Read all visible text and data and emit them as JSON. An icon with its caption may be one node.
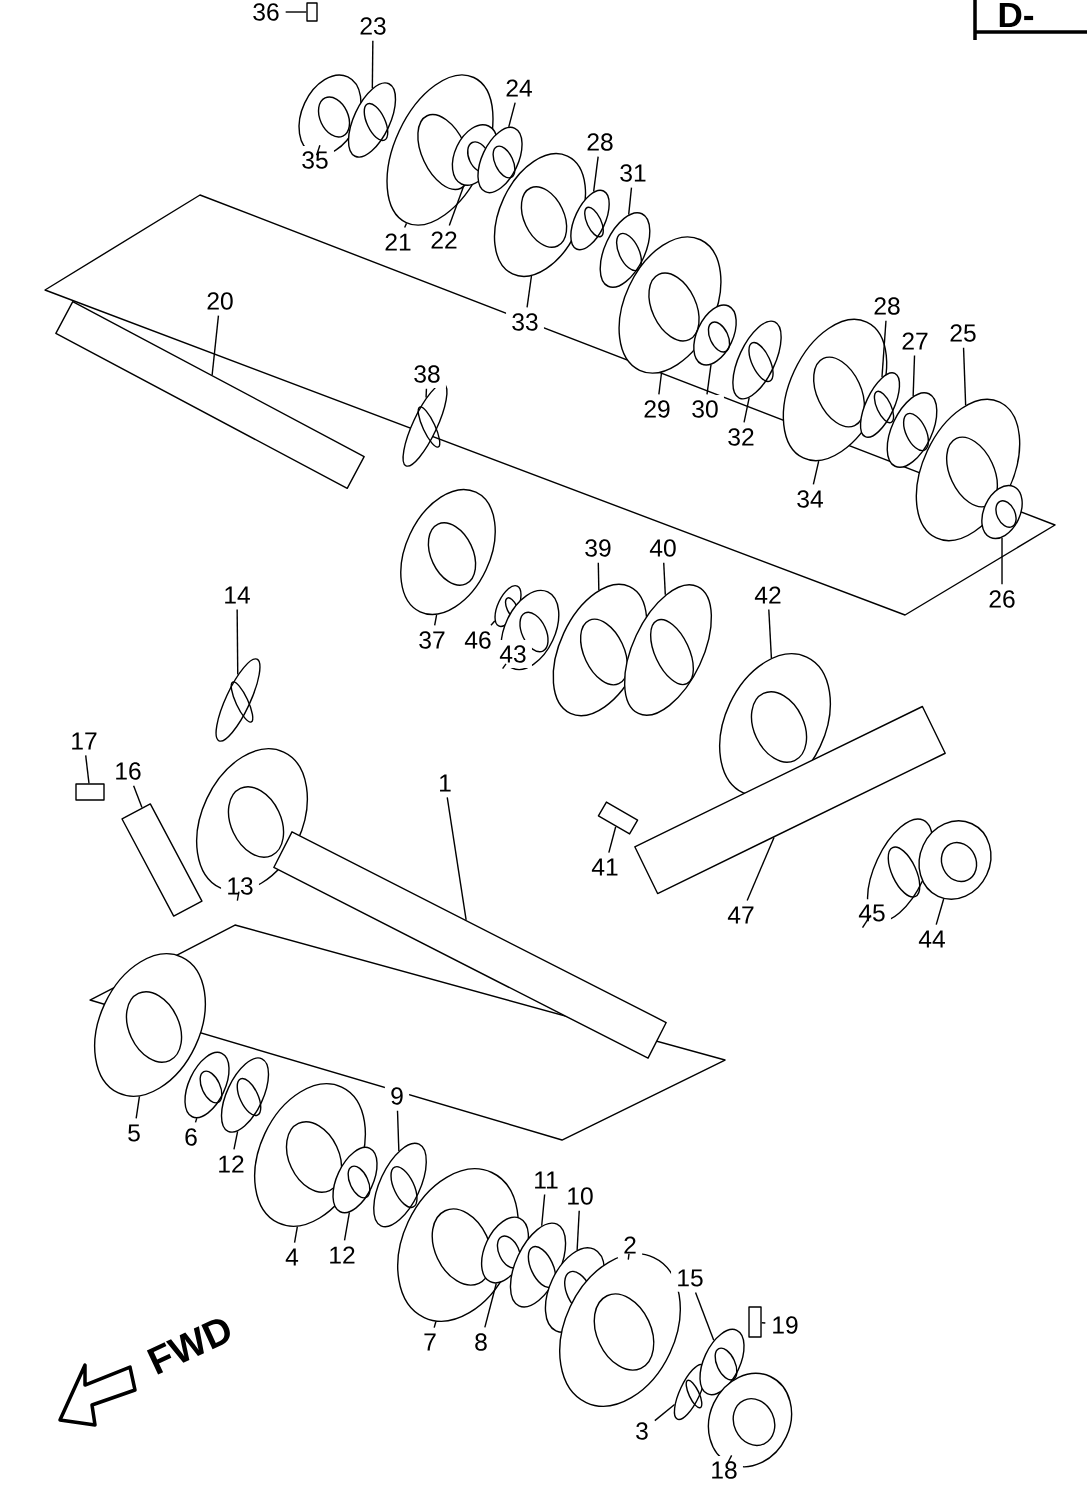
{
  "diagram": {
    "nodes": [
      {
        "text": [
          "36"
        ]
      },
      {
        "text": [
          "23"
        ]
      },
      {
        "text": [
          "35"
        ]
      },
      {
        "text": [
          "24"
        ]
      },
      {
        "text": [
          "21"
        ]
      },
      {
        "text": [
          "22"
        ]
      },
      {
        "text": [
          "28"
        ]
      },
      {
        "text": [
          "31"
        ]
      },
      {
        "text": [
          "33"
        ]
      },
      {
        "text": [
          "20"
        ]
      },
      {
        "text": [
          "38"
        ]
      },
      {
        "text": [
          "28"
        ]
      },
      {
        "text": [
          "27"
        ]
      },
      {
        "text": [
          "25"
        ]
      },
      {
        "text": [
          "29"
        ]
      },
      {
        "text": [
          "30"
        ]
      },
      {
        "text": [
          "32"
        ]
      },
      {
        "text": [
          "34"
        ]
      },
      {
        "text": [
          "26"
        ]
      },
      {
        "text": [
          "39"
        ]
      },
      {
        "text": [
          "40"
        ]
      },
      {
        "text": [
          "37"
        ]
      },
      {
        "text": [
          "46"
        ]
      },
      {
        "text": [
          "43"
        ]
      },
      {
        "text": [
          "42"
        ]
      },
      {
        "text": [
          "14"
        ]
      },
      {
        "text": [
          "17"
        ]
      },
      {
        "text": [
          "16"
        ]
      },
      {
        "text": [
          "41"
        ]
      },
      {
        "text": [
          "47"
        ]
      },
      {
        "text": [
          "45"
        ]
      },
      {
        "text": [
          "44"
        ]
      },
      {
        "text": [
          "13"
        ]
      },
      {
        "text": [
          "1"
        ]
      },
      {
        "text": [
          "5"
        ]
      },
      {
        "text": [
          "6"
        ]
      },
      {
        "text": [
          "12"
        ]
      },
      {
        "text": [
          "9"
        ]
      },
      {
        "text": [
          "4"
        ]
      },
      {
        "text": [
          "12"
        ]
      },
      {
        "text": [
          "7"
        ]
      },
      {
        "text": [
          "8"
        ]
      },
      {
        "text": [
          "11"
        ]
      },
      {
        "text": [
          "10"
        ]
      },
      {
        "text": [
          "2"
        ]
      },
      {
        "text": [
          "15"
        ]
      },
      {
        "text": [
          "19"
        ]
      },
      {
        "text": [
          "3"
        ]
      },
      {
        "text": [
          "18"
        ]
      },
      {
        "text": [],
        "shape": "bar"
      },
      {
        "text": [],
        "shape": "circle"
      },
      {
        "text": [],
        "shape": "circle"
      },
      {
        "text": [],
        "shape": "circle"
      },
      {
        "text": [],
        "shape": "circle"
      },
      {
        "text": [],
        "shape": "circle"
      },
      {
        "text": [],
        "shape": "circle"
      },
      {
        "text": [],
        "shape": "circle"
      },
      {
        "text": [],
        "shape": "circle"
      },
      {
        "text": [],
        "shape": "bar"
      },
      {
        "text": [],
        "shape": "circle"
      },
      {
        "text": [],
        "shape": "circle"
      },
      {
        "text": [],
        "shape": "circle"
      },
      {
        "text": [],
        "shape": "circle"
      },
      {
        "text": [],
        "shape": "circle"
      },
      {
        "text": [],
        "shape": "circle"
      },
      {
        "text": [],
        "shape": "circle"
      },
      {
        "text": [],
        "shape": "circle"
      },
      {
        "text": [],
        "shape": "circle"
      },
      {
        "text": [],
        "shape": "circle"
      },
      {
        "text": [],
        "shape": "circle"
      },
      {
        "text": [],
        "shape": "circle"
      },
      {
        "text": [],
        "shape": "circle"
      },
      {
        "text": [],
        "shape": "circle"
      },
      {
        "text": [],
        "shape": "circle"
      },
      {
        "text": [],
        "shape": "circle"
      },
      {
        "text": [],
        "shape": "bar"
      },
      {
        "text": [],
        "shape": "bar"
      },
      {
        "text": [],
        "shape": "bar"
      },
      {
        "text": [],
        "shape": "bar"
      },
      {
        "text": [],
        "shape": "circle"
      },
      {
        "text": [],
        "shape": "circle"
      },
      {
        "text": [],
        "shape": "circle"
      },
      {
        "text": [],
        "shape": "bar"
      },
      {
        "text": [],
        "shape": "circle"
      },
      {
        "text": [],
        "shape": "circle"
      },
      {
        "text": [],
        "shape": "circle"
      },
      {
        "text": [],
        "shape": "circle"
      },
      {
        "text": [],
        "shape": "circle"
      },
      {
        "text": [],
        "shape": "circle"
      },
      {
        "text": [],
        "shape": "circle"
      },
      {
        "text": [],
        "shape": "circle"
      },
      {
        "text": [],
        "shape": "circle"
      },
      {
        "text": [],
        "shape": "circle"
      },
      {
        "text": [],
        "shape": "circle"
      },
      {
        "text": [],
        "shape": "circle"
      },
      {
        "text": [],
        "shape": "bar"
      },
      {
        "text": [],
        "shape": "circle"
      },
      {
        "text": [],
        "shape": "circle"
      }
    ],
    "edges": [
      {
        "from": 0,
        "to": 49,
        "arrow": "none"
      },
      {
        "from": 1,
        "to": 50,
        "arrow": "none"
      },
      {
        "from": 2,
        "to": 51,
        "arrow": "none"
      },
      {
        "from": 3,
        "to": 52,
        "arrow": "none"
      },
      {
        "from": 4,
        "to": 53,
        "arrow": "none"
      },
      {
        "from": 5,
        "to": 54,
        "arrow": "none"
      },
      {
        "from": 6,
        "to": 55,
        "arrow": "none"
      },
      {
        "from": 7,
        "to": 56,
        "arrow": "none"
      },
      {
        "from": 8,
        "to": 57,
        "arrow": "none"
      },
      {
        "from": 9,
        "to": 58,
        "arrow": "none"
      },
      {
        "from": 10,
        "to": 59,
        "arrow": "none"
      },
      {
        "from": 11,
        "to": 60,
        "arrow": "none"
      },
      {
        "from": 12,
        "to": 61,
        "arrow": "none"
      },
      {
        "from": 13,
        "to": 62,
        "arrow": "none"
      },
      {
        "from": 14,
        "to": 63,
        "arrow": "none"
      },
      {
        "from": 15,
        "to": 64,
        "arrow": "none"
      },
      {
        "from": 16,
        "to": 65,
        "arrow": "none"
      },
      {
        "from": 17,
        "to": 66,
        "arrow": "none"
      },
      {
        "from": 18,
        "to": 67,
        "arrow": "none"
      },
      {
        "from": 19,
        "to": 68,
        "arrow": "none"
      },
      {
        "from": 20,
        "to": 69,
        "arrow": "none"
      },
      {
        "from": 21,
        "to": 70,
        "arrow": "none"
      },
      {
        "from": 22,
        "to": 71,
        "arrow": "none"
      },
      {
        "from": 23,
        "to": 72,
        "arrow": "none"
      },
      {
        "from": 24,
        "to": 73,
        "arrow": "none"
      },
      {
        "from": 25,
        "to": 74,
        "arrow": "none"
      },
      {
        "from": 26,
        "to": 75,
        "arrow": "none"
      },
      {
        "from": 27,
        "to": 76,
        "arrow": "none"
      },
      {
        "from": 28,
        "to": 77,
        "arrow": "none"
      },
      {
        "from": 29,
        "to": 78,
        "arrow": "none"
      },
      {
        "from": 30,
        "to": 79,
        "arrow": "none"
      },
      {
        "from": 31,
        "to": 80,
        "arrow": "none"
      },
      {
        "from": 32,
        "to": 81,
        "arrow": "none"
      },
      {
        "from": 33,
        "to": 82,
        "arrow": "none"
      },
      {
        "from": 34,
        "to": 83,
        "arrow": "none"
      },
      {
        "from": 35,
        "to": 84,
        "arrow": "none"
      },
      {
        "from": 36,
        "to": 85,
        "arrow": "none"
      },
      {
        "from": 37,
        "to": 86,
        "arrow": "none"
      },
      {
        "from": 38,
        "to": 87,
        "arrow": "none"
      },
      {
        "from": 39,
        "to": 88,
        "arrow": "none"
      },
      {
        "from": 40,
        "to": 89,
        "arrow": "none"
      },
      {
        "from": 41,
        "to": 90,
        "arrow": "none"
      },
      {
        "from": 42,
        "to": 91,
        "arrow": "none"
      },
      {
        "from": 43,
        "to": 92,
        "arrow": "none"
      },
      {
        "from": 44,
        "to": 93,
        "arrow": "none"
      },
      {
        "from": 45,
        "to": 94,
        "arrow": "none"
      },
      {
        "from": 46,
        "to": 95,
        "arrow": "none"
      },
      {
        "from": 47,
        "to": 96,
        "arrow": "none"
      },
      {
        "from": 48,
        "to": 97,
        "arrow": "none"
      }
    ],
    "labels": [
      "FWD",
      "D-"
    ]
  }
}
